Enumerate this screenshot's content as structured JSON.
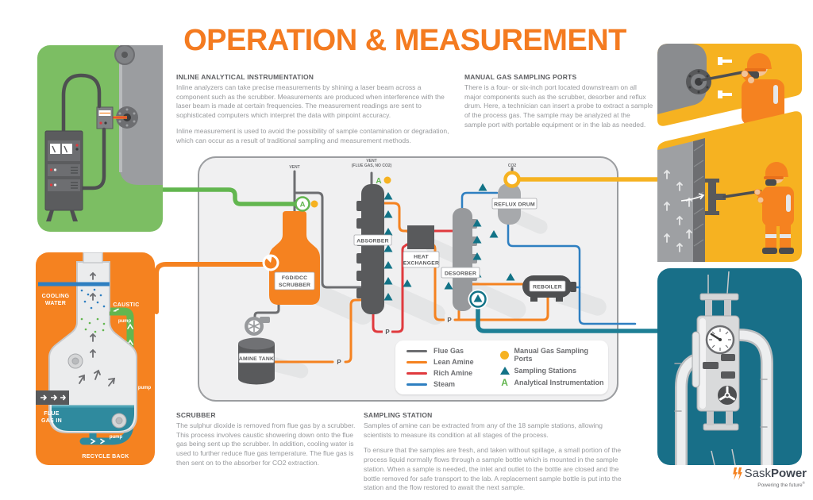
{
  "title": "OPERATION & MEASUREMENT",
  "sections": {
    "inline": {
      "heading": "INLINE ANALYTICAL INSTRUMENTATION",
      "p1": "Inline analyzers can take precise measurements by shining a laser beam across a component such as the scrubber. Measurements are produced when interference with the laser beam is made at certain frequencies. The measurement readings are sent to sophisticated computers which interpret the data with pinpoint accuracy.",
      "p2": "Inline measurement is used to avoid the possibility of sample contamination or degradation, which can occur as a result of traditional sampling and measurement methods."
    },
    "manual": {
      "heading": "MANUAL GAS SAMPLING PORTS",
      "p1": "There is a four- or six-inch port located downstream on all major components such as the scrubber, desorber and reflux drum. Here, a technician can insert a probe to extract a sample of the process gas.  The sample may be analyzed at the sample port with portable equipment or in the lab as needed."
    },
    "scrubber": {
      "heading": "SCRUBBER",
      "p1": "The sulphur dioxide is removed from flue gas by a scrubber. This process involves caustic showering down onto the flue gas being sent up the scrubber. In addition, cooling water is used to further reduce flue gas temperature. The flue gas is then sent on to the absorber for CO2 extraction."
    },
    "sampling": {
      "heading": "SAMPLING STATION",
      "p1": "Samples of amine can be extracted from any of the 18 sample stations, allowing scientists to measure its condition at all stages of the process.",
      "p2": "To ensure that the samples are fresh, and taken without spillage, a small portion of the process liquid normally flows through a sample bottle which is mounted in the sample station. When a sample is needed, the inlet and outlet to the bottle are closed and the bottle removed for safe transport to the lab.  A replacement sample bottle is put into the station and the flow restored to await the next sample."
    }
  },
  "diagram": {
    "labels": {
      "vent": "VENT",
      "vent_flue": "(FLUE GAS, NO CO2)",
      "co2": "CO2",
      "fgd1": "FGD/DCC",
      "fgd2": "SCRUBBER",
      "absorber": "ABSORBER",
      "heat1": "HEAT",
      "heat2": "EXCHANGER",
      "desorber": "DESORBER",
      "reboiler": "REBOILER",
      "reflux_drum": "REFLUX DRUM",
      "amine_tank": "AMINE TANK",
      "p": "P",
      "a": "A"
    },
    "legend": {
      "lines": [
        {
          "label": "Flue Gas",
          "color": "#6D6E71"
        },
        {
          "label": "Lean Amine",
          "color": "#F58220"
        },
        {
          "label": "Rich Amine",
          "color": "#E03A3E"
        },
        {
          "label": "Steam",
          "color": "#2E7FC1"
        }
      ],
      "symbols": [
        {
          "label": "Manual Gas Sampling Ports",
          "icon": "yellow-circle",
          "color": "#F6B221"
        },
        {
          "label": "Sampling Stations",
          "icon": "teal-triangle",
          "color": "#127387"
        },
        {
          "label": "Analytical Instrumentation",
          "icon": "green-A",
          "color": "#62B64F"
        }
      ]
    }
  },
  "panels": {
    "scrubber_illustration": {
      "cooling1": "COOLING",
      "cooling2": "WATER",
      "caustic": "CAUSTIC",
      "pump": "pump",
      "flue1": "FLUE",
      "flue2": "GAS IN",
      "recycle": "RECYCLE BACK"
    }
  },
  "logo": {
    "sask": "Sask",
    "power": "Power",
    "tagline": "Powering the future",
    "reg": "®"
  },
  "colors": {
    "brand_orange": "#F58220",
    "title_orange": "#F47B20",
    "yellow": "#F6B221",
    "green_panel": "#7CBE63",
    "green_line": "#62B64F",
    "teal_panel": "#186F88",
    "teal_triangle": "#127387",
    "teal_line": "#1E7F95",
    "flue_grey": "#6D6E71",
    "rich_red": "#E03A3E",
    "steam_blue": "#2E7FC1",
    "panel_bg": "#F0F0F1"
  }
}
